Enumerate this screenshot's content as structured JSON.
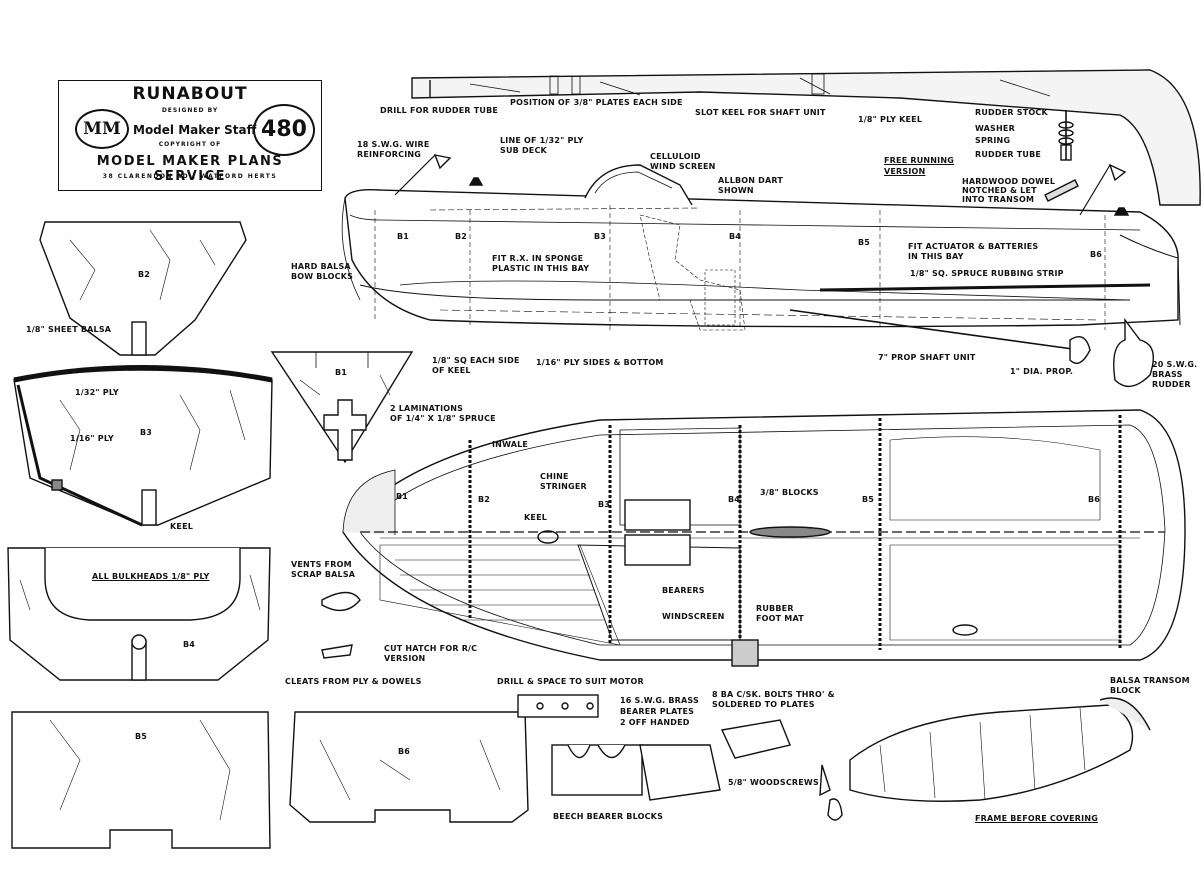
{
  "title_block": {
    "title": "RUNABOUT",
    "designed_by": "DESIGNED BY",
    "logo": "MM",
    "staff": "Model Maker Staff",
    "plan_number": "480",
    "copyright": "COPYRIGHT OF",
    "service": "MODEL MAKER PLANS SERVICE",
    "address": "38 CLARENDON RD., WATFORD HERTS"
  },
  "labels": {
    "drill_rudder_tube": "DRILL FOR RUDDER TUBE",
    "position_plates": "POSITION OF 3/8\" PLATES EACH SIDE",
    "slot_keel": "SLOT KEEL FOR SHAFT UNIT",
    "ply_keel": "1/8\" PLY KEEL",
    "rudder_stock": "RUDDER STOCK",
    "washer": "WASHER",
    "spring": "SPRING",
    "rudder_tube": "RUDDER TUBE",
    "free_running": "FREE RUNNING",
    "version": "VERSION",
    "hardwood_dowel_1": "HARDWOOD DOWEL",
    "hardwood_dowel_2": "NOTCHED & LET",
    "hardwood_dowel_3": "INTO TRANSOM",
    "swg_wire_1": "18 S.W.G. WIRE",
    "swg_wire_2": "REINFORCING",
    "line_ply_1": "LINE OF 1/32\" PLY",
    "line_ply_2": "SUB DECK",
    "celluloid_1": "CELLULOID",
    "celluloid_2": "WIND SCREEN",
    "allbon_1": "ALLBON DART",
    "allbon_2": "SHOWN",
    "hard_balsa_1": "HARD BALSA",
    "hard_balsa_2": "BOW BLOCKS",
    "fit_rx_1": "FIT R.X. IN SPONGE",
    "fit_rx_2": "PLASTIC IN THIS BAY",
    "fit_actuator_1": "FIT ACTUATOR & BATTERIES",
    "fit_actuator_2": "IN THIS BAY",
    "rubbing_strip": "1/8\" SQ. SPRUCE RUBBING STRIP",
    "sq_keel_1": "1/8\" SQ EACH SIDE",
    "sq_keel_2": "OF KEEL",
    "ply_sides": "1/16\" PLY SIDES & BOTTOM",
    "prop_shaft": "7\" PROP SHAFT UNIT",
    "dia_prop": "1\" DIA. PROP.",
    "brass_rudder_1": "20 S.W.G.",
    "brass_rudder_2": "BRASS",
    "brass_rudder_3": "RUDDER",
    "sheet_balsa": "1/8\" SHEET BALSA",
    "ply_32": "1/32\" PLY",
    "ply_16": "1/16\" PLY",
    "keel": "KEEL",
    "all_bulkheads": "ALL BULKHEADS 1/8\" PLY",
    "laminations_1": "2 LAMINATIONS",
    "laminations_2": "OF 1/4\" X 1/8\" SPRUCE",
    "inwale": "INWALE",
    "chine_1": "CHINE",
    "chine_2": "STRINGER",
    "keel_plan": "KEEL",
    "blocks": "3/8\" BLOCKS",
    "bearers": "BEARERS",
    "windscreen": "WINDSCREEN",
    "rubber_1": "RUBBER",
    "rubber_2": "FOOT MAT",
    "vents_1": "VENTS FROM",
    "vents_2": "SCRAP BALSA",
    "cut_hatch_1": "CUT HATCH FOR R/C",
    "cut_hatch_2": "VERSION",
    "cleats": "CLEATS FROM PLY & DOWELS",
    "drill_space": "DRILL & SPACE TO SUIT MOTOR",
    "brass_bearer_1": "16 S.W.G. BRASS",
    "brass_bearer_2": "BEARER PLATES",
    "brass_bearer_3": "2 OFF HANDED",
    "ba_bolts_1": "8 BA C/SK. BOLTS THRO' &",
    "ba_bolts_2": "SOLDERED TO PLATES",
    "woodscrews": "5/8\" WOODSCREWS",
    "beech_blocks": "BEECH BEARER BLOCKS",
    "balsa_transom_1": "BALSA TRANSOM",
    "balsa_transom_2": "BLOCK",
    "frame_before": "FRAME BEFORE COVERING"
  },
  "bulkheads": {
    "b1": "B1",
    "b2": "B2",
    "b3": "B3",
    "b4": "B4",
    "b5": "B5",
    "b6": "B6"
  }
}
